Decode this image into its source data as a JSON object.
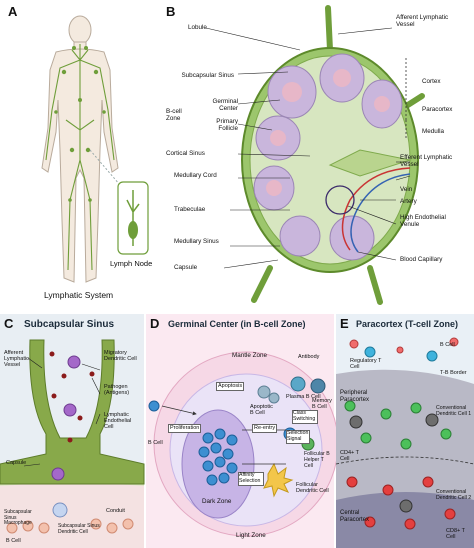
{
  "panels": {
    "a": {
      "letter": "A",
      "caption": "Lymphatic System",
      "inset_label": "Lymph Node"
    },
    "b": {
      "letter": "B",
      "labels_left": [
        "Lobule",
        "Subcapsular Sinus",
        "Germinal Center",
        "Primary Follicle",
        "B-cell Zone",
        "Cortical Sinus",
        "Medullary Cord",
        "Trabeculae",
        "Medullary Sinus",
        "Capsule"
      ],
      "labels_right": [
        "Afferent Lymphatic Vessel",
        "Cortex",
        "Paracortex",
        "Medulla",
        "Efferent Lymphatic Vessel",
        "Vein",
        "Artery",
        "High Endothelial Venule",
        "Blood Capillary"
      ]
    },
    "c": {
      "letter": "C",
      "title": "Subcapsular Sinus",
      "labels": [
        "Afferent Lymphatic Vessel",
        "Migratory Dendritic Cell",
        "Pathogen (Antigens)",
        "Lymphatic Endothelial Cell",
        "Capsule",
        "Conduit",
        "Subcapsular Sinus Macrophage",
        "Subcapsular Sinus Dendritic Cell",
        "B Cell"
      ]
    },
    "d": {
      "letter": "D",
      "title": "Germinal Center (in B-cell Zone)",
      "labels": [
        "Mantle Zone",
        "Antibody",
        "Plasma B Cell",
        "Memory B Cell",
        "Apoptosis",
        "Apoptotic B Cell",
        "Class Switching",
        "Proliferation",
        "Re-entry",
        "B Cell",
        "Follicular B Helper T Cell",
        "Selection Signal",
        "Affinity Selection",
        "Follicular Dendritic Cell",
        "Dark Zone",
        "Light Zone"
      ]
    },
    "e": {
      "letter": "E",
      "title": "Paracortex (T-cell Zone)",
      "labels": [
        "B Cell",
        "Regulatory T Cell",
        "T-B Border",
        "Peripheral Paracortex",
        "Conventional Dendritic Cell 1",
        "CD4+ T Cell",
        "Central Paracortex",
        "Conventional Dendritic Cell 2",
        "CD8+ T Cell"
      ]
    }
  },
  "colors": {
    "lymph_green": "#7fb03a",
    "panel_c_bg": "#e8eef3",
    "panel_d_bg": "#fbe9f1",
    "panel_e_bg": "#e9f0f6",
    "node_purple": "#c9b6dc",
    "title_dark": "#1b2b3a"
  }
}
